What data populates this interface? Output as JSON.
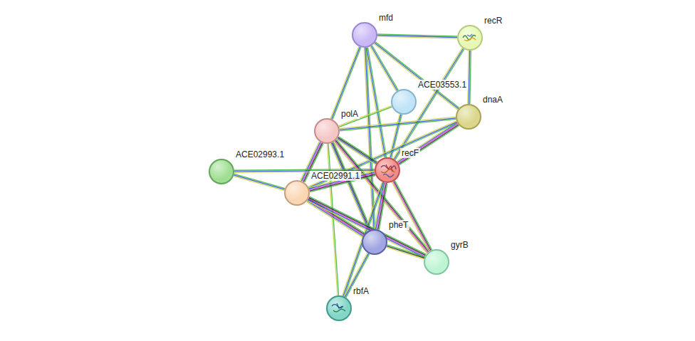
{
  "diagram": {
    "nodes": [
      {
        "text": [
          "mfd"
        ]
      },
      {
        "text": [
          "recR"
        ]
      },
      {
        "text": [
          "ACE03553.1"
        ]
      },
      {
        "text": [
          "dnaA"
        ]
      },
      {
        "text": [
          "polA"
        ]
      },
      {
        "text": [
          "ACE02993.1"
        ]
      },
      {
        "text": [
          "recF"
        ]
      },
      {
        "text": [
          "ACE02991.1"
        ]
      },
      {
        "text": [
          "pheT"
        ]
      },
      {
        "text": [
          "gyrB"
        ]
      },
      {
        "text": [
          "rbfA"
        ]
      }
    ],
    "edges": [
      {
        "from": 0,
        "to": 1,
        "arrow": "none"
      },
      {
        "from": 0,
        "to": 2,
        "arrow": "none"
      },
      {
        "from": 0,
        "to": 3,
        "arrow": "none"
      },
      {
        "from": 0,
        "to": 4,
        "arrow": "none"
      },
      {
        "from": 0,
        "to": 6,
        "arrow": "none"
      },
      {
        "from": 0,
        "to": 8,
        "arrow": "none"
      },
      {
        "from": 1,
        "to": 3,
        "arrow": "none"
      },
      {
        "from": 1,
        "to": 6,
        "arrow": "none"
      },
      {
        "from": 2,
        "to": 4,
        "arrow": "none"
      },
      {
        "from": 2,
        "to": 6,
        "arrow": "none"
      },
      {
        "from": 3,
        "to": 4,
        "arrow": "none"
      },
      {
        "from": 3,
        "to": 6,
        "arrow": "none"
      },
      {
        "from": 3,
        "to": 7,
        "arrow": "none"
      },
      {
        "from": 4,
        "to": 6,
        "arrow": "none"
      },
      {
        "from": 4,
        "to": 7,
        "arrow": "none"
      },
      {
        "from": 4,
        "to": 8,
        "arrow": "none"
      },
      {
        "from": 4,
        "to": 9,
        "arrow": "none"
      },
      {
        "from": 4,
        "to": 10,
        "arrow": "none"
      },
      {
        "from": 5,
        "to": 6,
        "arrow": "none"
      },
      {
        "from": 5,
        "to": 7,
        "arrow": "none"
      },
      {
        "from": 6,
        "to": 7,
        "arrow": "none"
      },
      {
        "from": 6,
        "to": 8,
        "arrow": "none"
      },
      {
        "from": 6,
        "to": 9,
        "arrow": "none"
      },
      {
        "from": 6,
        "to": 10,
        "arrow": "none"
      },
      {
        "from": 7,
        "to": 8,
        "arrow": "none"
      },
      {
        "from": 7,
        "to": 9,
        "arrow": "none"
      },
      {
        "from": 8,
        "to": 9,
        "arrow": "none"
      },
      {
        "from": 8,
        "to": 10,
        "arrow": "none"
      }
    ]
  }
}
